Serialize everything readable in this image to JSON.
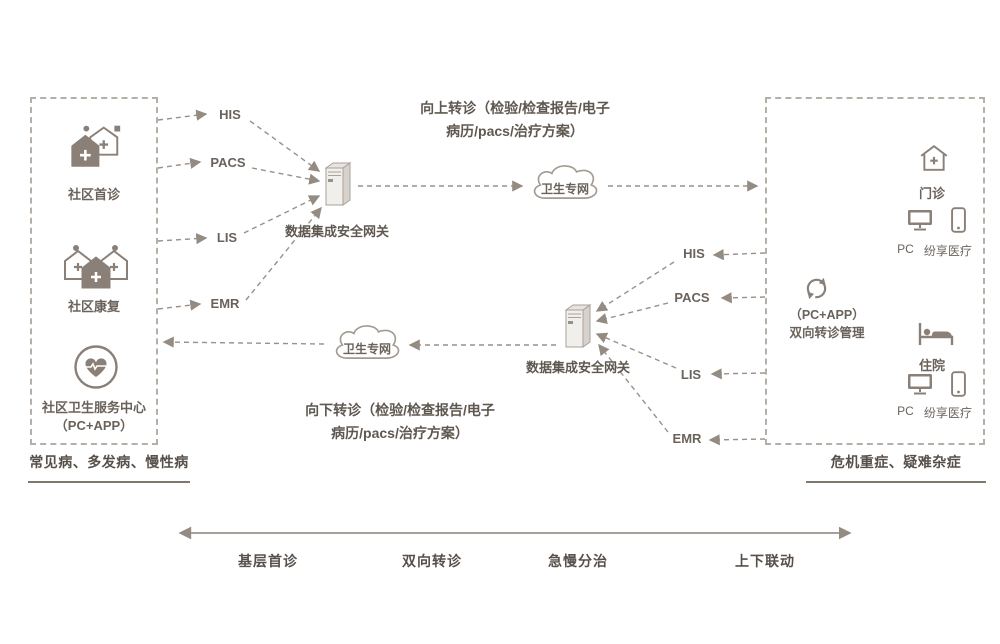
{
  "colors": {
    "accent": "#8a8078",
    "line": "#9a9087",
    "text": "#6b635b"
  },
  "left_panel": {
    "first_visit": "社区首诊",
    "rehab": "社区康复",
    "center_line1": "社区卫生服务中心",
    "center_line2": "（PC+APP）",
    "caption": "常见病、多发病、慢性病"
  },
  "integration": {
    "left_protocols": [
      "HIS",
      "PACS",
      "LIS",
      "EMR"
    ],
    "right_protocols": [
      "HIS",
      "PACS",
      "LIS",
      "EMR"
    ],
    "gateway_top": "数据集成安全网关",
    "gateway_bottom": "数据集成安全网关",
    "cloud_top": "卫生专网",
    "cloud_bottom": "卫生专网"
  },
  "flows": {
    "up_line1": "向上转诊（检验/检查报告/电子",
    "up_line2": "病历/pacs/治疗方案）",
    "down_line1": "向下转诊（检验/检查报告/电子",
    "down_line2": "病历/pacs/治疗方案）"
  },
  "right_panel": {
    "outpatient": "门诊",
    "pc_label_1": "PC",
    "share_label_1": "纷享医疗",
    "manage_line1": "（PC+APP）",
    "manage_line2": "双向转诊管理",
    "inpatient": "住院",
    "pc_label_2": "PC",
    "share_label_2": "纷享医疗",
    "caption": "危机重症、疑难杂症"
  },
  "bottom_axis": {
    "label1": "基层首诊",
    "label2": "双向转诊",
    "label3": "急慢分治",
    "label4": "上下联动"
  }
}
